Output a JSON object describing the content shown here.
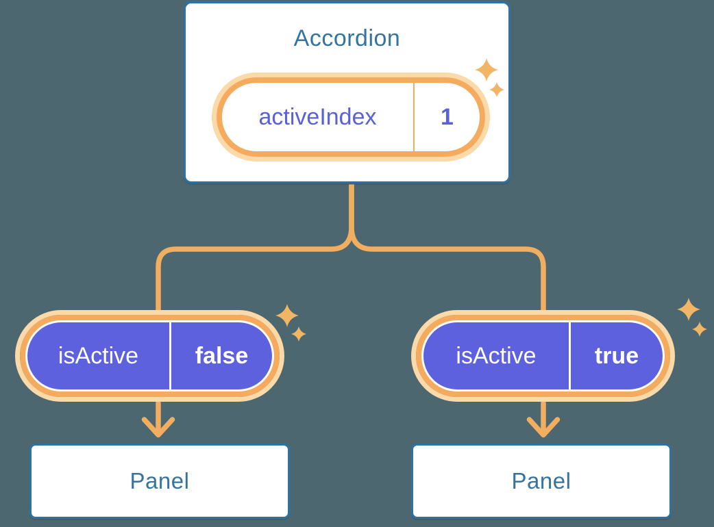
{
  "colors": {
    "background": "#4c6770",
    "card_border": "#2e72a3",
    "card_bg": "#ffffff",
    "heading_text": "#35749e",
    "purple_fill": "#5e61de",
    "purple_text": "#5a61d8",
    "orange_ring": "#f4ab5e",
    "orange_glow": "#fbd9a9",
    "connector": "#f2ae60",
    "sparkle": "#f0b565",
    "pill_text": "#ffffff"
  },
  "diagram": {
    "root": {
      "title": "Accordion",
      "state_pill": {
        "name": "activeIndex",
        "value": "1"
      }
    },
    "children": [
      {
        "prop_pill": {
          "name": "isActive",
          "value": "false"
        },
        "panel_title": "Panel"
      },
      {
        "prop_pill": {
          "name": "isActive",
          "value": "true"
        },
        "panel_title": "Panel"
      }
    ]
  }
}
